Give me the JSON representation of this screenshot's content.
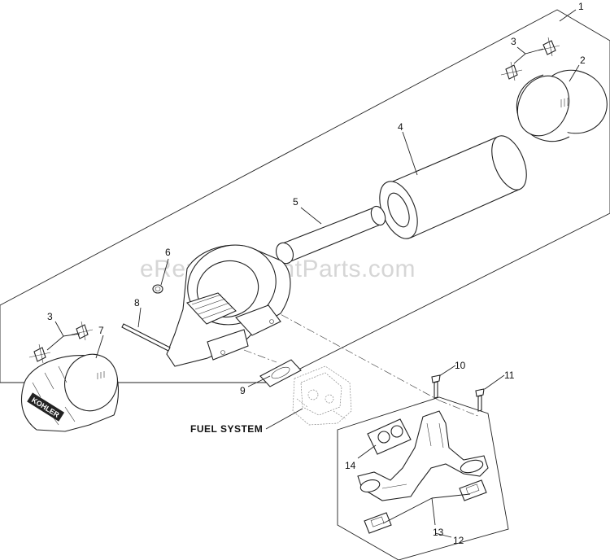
{
  "watermark": "eReplacementParts.com",
  "fuel_system_label": "FUEL SYSTEM",
  "callouts": {
    "c1": "1",
    "c2": "2",
    "c3a": "3",
    "c3b": "3",
    "c4": "4",
    "c5": "5",
    "c6": "6",
    "c7": "7",
    "c8": "8",
    "c9": "9",
    "c10": "10",
    "c11": "11",
    "c12": "12",
    "c13": "13",
    "c14": "14"
  },
  "logo_text": "KOHLER"
}
